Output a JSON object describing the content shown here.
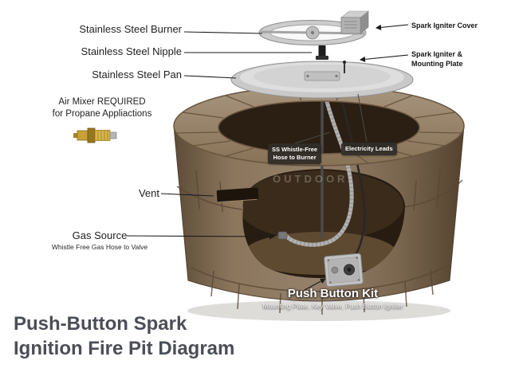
{
  "diagram": {
    "title_line1": "Push-Button Spark",
    "title_line2": "Ignition Fire Pit Diagram",
    "watermark": "OUTDOOR"
  },
  "labels": {
    "burner": "Stainless Steel Burner",
    "nipple": "Stainless Steel Nipple",
    "pan": "Stainless Steel Pan",
    "air_mixer_1": "Air Mixer REQUIRED",
    "air_mixer_2": "for Propane Appliactions",
    "vent": "Vent",
    "gas_source": "Gas Source",
    "gas_source_sub": "Whistle Free Gas Hose to Valve",
    "spark_igniter_cover": "Spark Igniter Cover",
    "spark_igniter_plate_1": "Spark Igniter &",
    "spark_igniter_plate_2": "Mounting Plate",
    "hose_tag_1": "SS Whistle-Free",
    "hose_tag_2": "Hose to Burner",
    "electricity_tag": "Electricity Leads",
    "push_button_kit": "Push Button Kit",
    "push_button_kit_sub": "Mounting Plate, Key Valve, Push Button Igniter"
  },
  "colors": {
    "stone": "#8a755b",
    "stone_dark": "#55432f",
    "rim": "#9b8870",
    "interior": "#2b1f13",
    "steel": "#cccccc",
    "brass": "#d6b54a",
    "title_text": "#4b4e57",
    "tag_bg": "#34302c"
  }
}
